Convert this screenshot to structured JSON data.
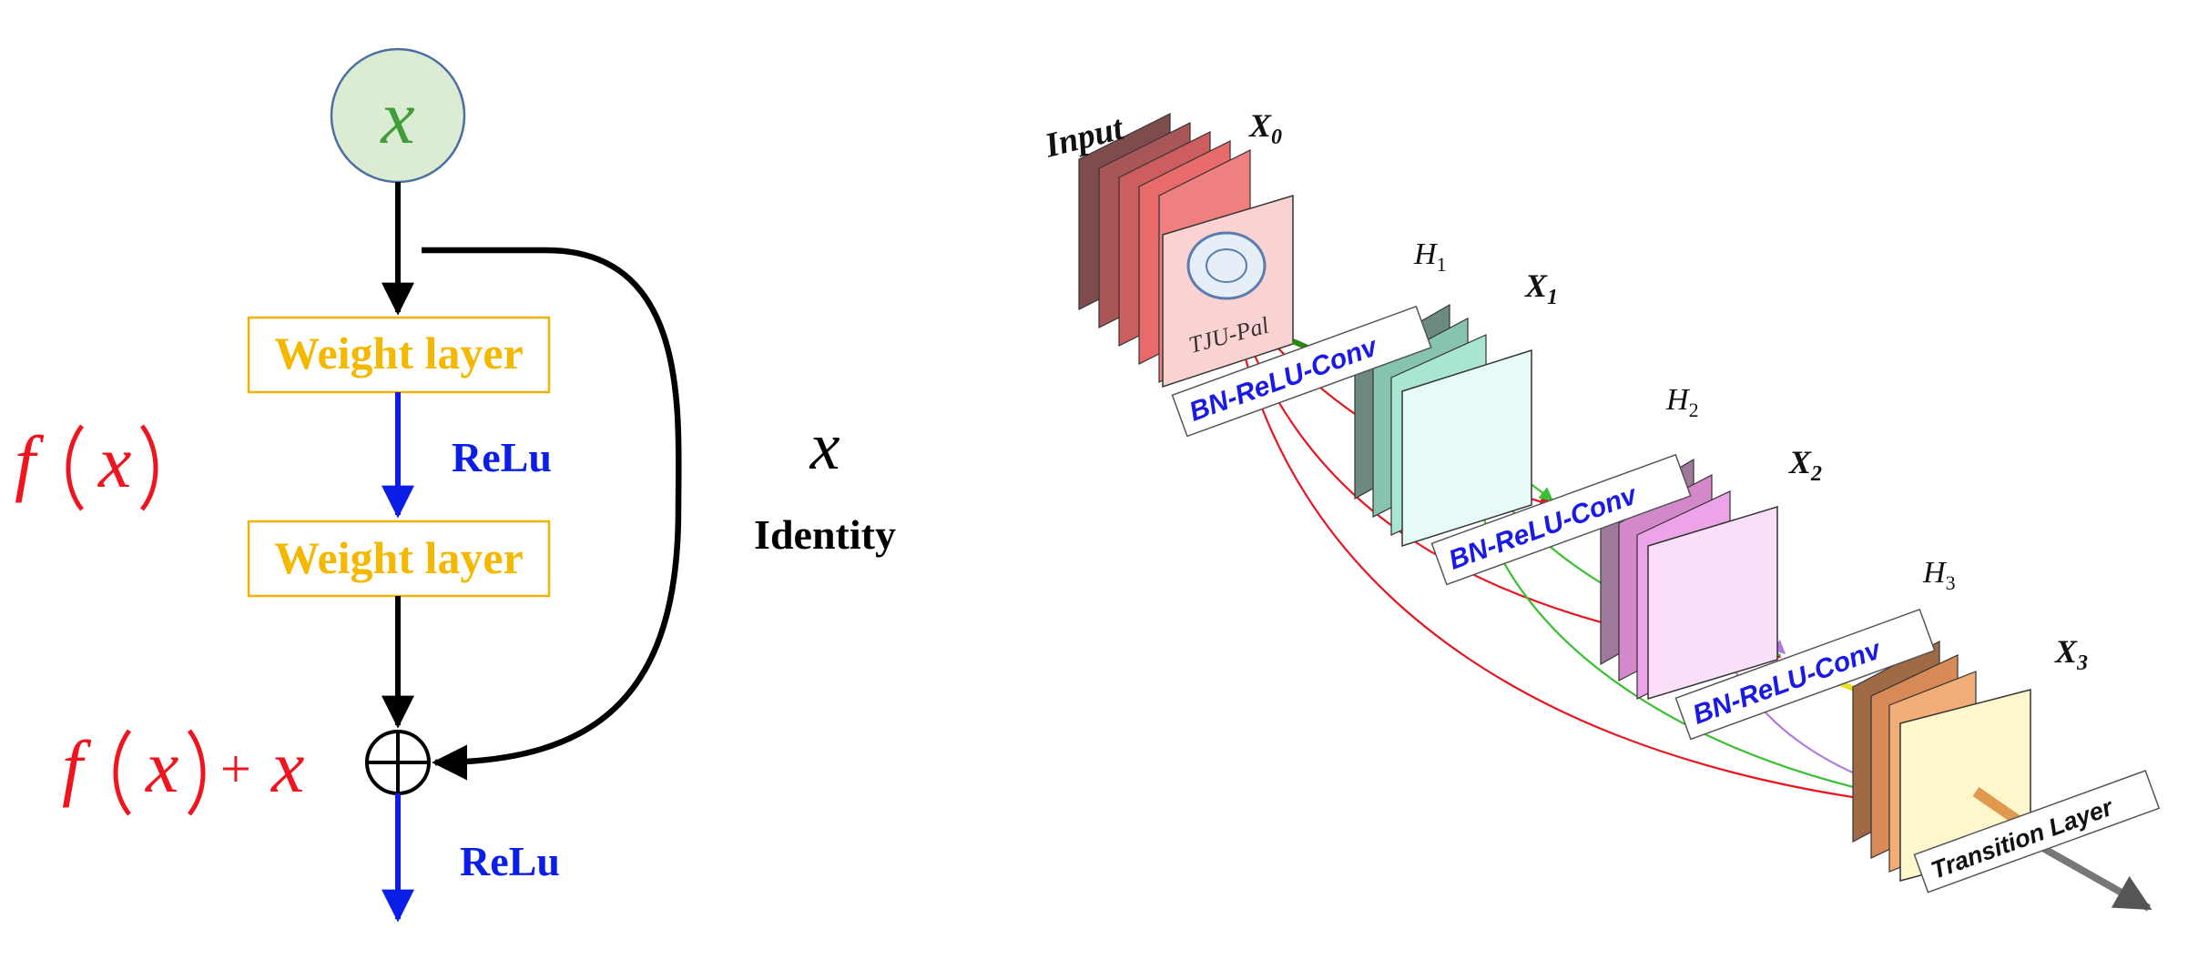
{
  "resnet": {
    "input_symbol": "x",
    "weight_layer_1": "Weight layer",
    "weight_layer_2": "Weight layer",
    "relu_mid": "ReLu",
    "relu_out": "ReLu",
    "identity_symbol": "x",
    "identity_label": "Identity",
    "fx_f": "f",
    "fx_x": "x",
    "sum_f": "f",
    "sum_x": "x",
    "sum_plus": "+",
    "sum_x2": "x",
    "colors": {
      "input_fill": "#dcecd2",
      "input_stroke": "#4a6fa5",
      "input_text": "#3f9d3a",
      "weight_text": "#f5b800",
      "weight_border": "#f0b400",
      "relu": "#0a1ee8",
      "formula": "#f0141e",
      "arrow": "#000000"
    }
  },
  "densenet": {
    "input_label": "Input",
    "x0_main": "X",
    "x0_sub": "0",
    "x1_main": "X",
    "x1_sub": "1",
    "x2_main": "X",
    "x2_sub": "2",
    "x3_main": "X",
    "x3_sub": "3",
    "h1_main": "H",
    "h1_sub": "1",
    "h2_main": "H",
    "h2_sub": "2",
    "h3_main": "H",
    "h3_sub": "3",
    "bn1": "BN-ReLU-Conv",
    "bn2": "BN-ReLU-Conv",
    "bn3": "BN-ReLU-Conv",
    "transition": "Transition Layer",
    "image_caption": "TJU-Pal",
    "colors": {
      "block0": [
        "#7e4c4c",
        "#a85656",
        "#cc5e5e",
        "#e86a6a",
        "#f9a6a6",
        "#fbdada"
      ],
      "block1": [
        "#6d8a7e",
        "#86c4ad",
        "#a8e6d2",
        "#e6fbf8"
      ],
      "block2": [
        "#9d7a9b",
        "#d488cc",
        "#eca3e8",
        "#fbdff9"
      ],
      "block3": [
        "#a06a45",
        "#d78a55",
        "#f2ad77",
        "#fff7cc"
      ],
      "bn_text": "#1a1ae6",
      "red_link": "#e8141e",
      "green_link": "#38c030",
      "purple_link": "#b07ae0"
    }
  }
}
